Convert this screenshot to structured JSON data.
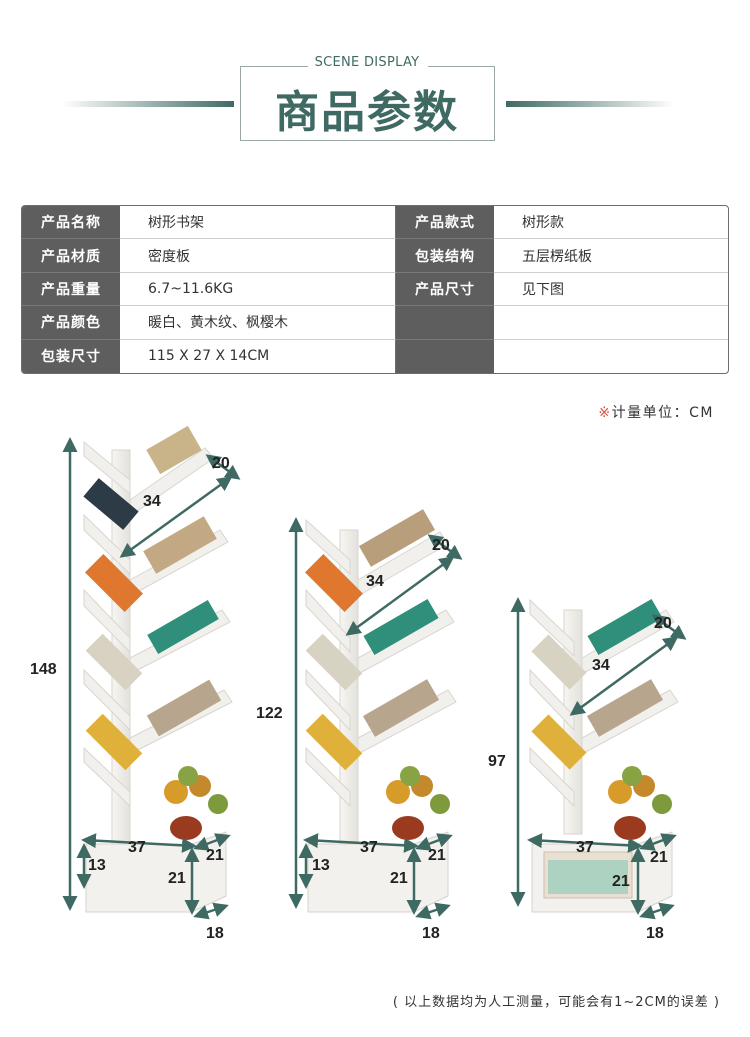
{
  "header": {
    "subtitle": "SCENE DISPLAY",
    "title": "商品参数"
  },
  "spec": {
    "rows": [
      {
        "l_label": "产品名称",
        "l_value": "树形书架",
        "r_label": "产品款式",
        "r_value": "树形款"
      },
      {
        "l_label": "产品材质",
        "l_value": "密度板",
        "r_label": "包装结构",
        "r_value": "五层楞纸板"
      },
      {
        "l_label": "产品重量",
        "l_value": "6.7~11.6KG",
        "r_label": "产品尺寸",
        "r_value": "见下图"
      },
      {
        "l_label": "产品颜色",
        "l_value": "暖白、黄木纹、枫樱木",
        "r_label": "",
        "r_value": ""
      },
      {
        "l_label": "包装尺寸",
        "l_value": "115 X 27 X 14CM",
        "r_label": "",
        "r_value": ""
      }
    ]
  },
  "unit_note": {
    "mark": "※",
    "text": "计量单位：CM"
  },
  "shelves": [
    {
      "height": "148",
      "depth_top": "20",
      "diag": "34",
      "width": "37",
      "base_h": "13",
      "side_depth": "21",
      "cab_h": "21",
      "bottom_depth": "18"
    },
    {
      "height": "122",
      "depth_top": "20",
      "diag": "34",
      "width": "37",
      "base_h": "13",
      "side_depth": "21",
      "cab_h": "21",
      "bottom_depth": "18"
    },
    {
      "height": "97",
      "depth_top": "20",
      "diag": "34",
      "width": "37",
      "side_depth": "21",
      "cab_h": "21",
      "bottom_depth": "18"
    }
  ],
  "colors": {
    "accent": "#3f6a63",
    "label_bg": "#5e5e5e",
    "note_mark": "#d9553d",
    "dimension": "#3f6a63"
  },
  "footnote": "( 以上数据均为人工测量，可能会有1~2CM的误差 )"
}
